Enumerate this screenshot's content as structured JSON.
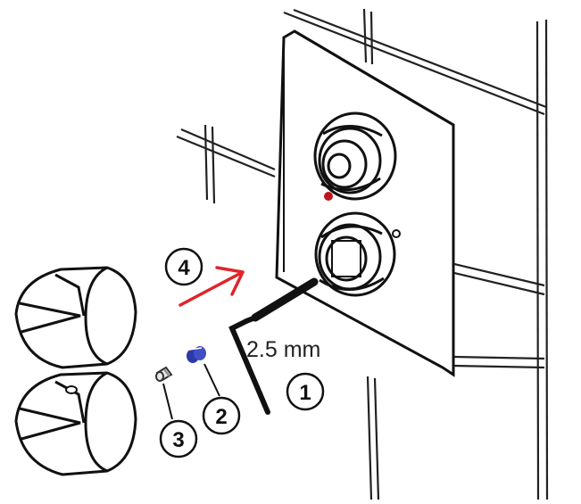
{
  "diagram": {
    "wrench_size_label": "2.5 mm",
    "steps": [
      {
        "number": "1",
        "part": "hex-key"
      },
      {
        "number": "2",
        "part": "blue-insert"
      },
      {
        "number": "3",
        "part": "grub-screw"
      },
      {
        "number": "4",
        "part": "handle-direction-arrow"
      }
    ],
    "colors": {
      "line": "#111111",
      "arrow": "#e0242a",
      "insert": "#2c3aa8",
      "indicator_dot": "#c0141c"
    },
    "icons": [
      "hex-key-icon",
      "grub-screw-icon",
      "insert-icon",
      "arrow-icon"
    ]
  }
}
